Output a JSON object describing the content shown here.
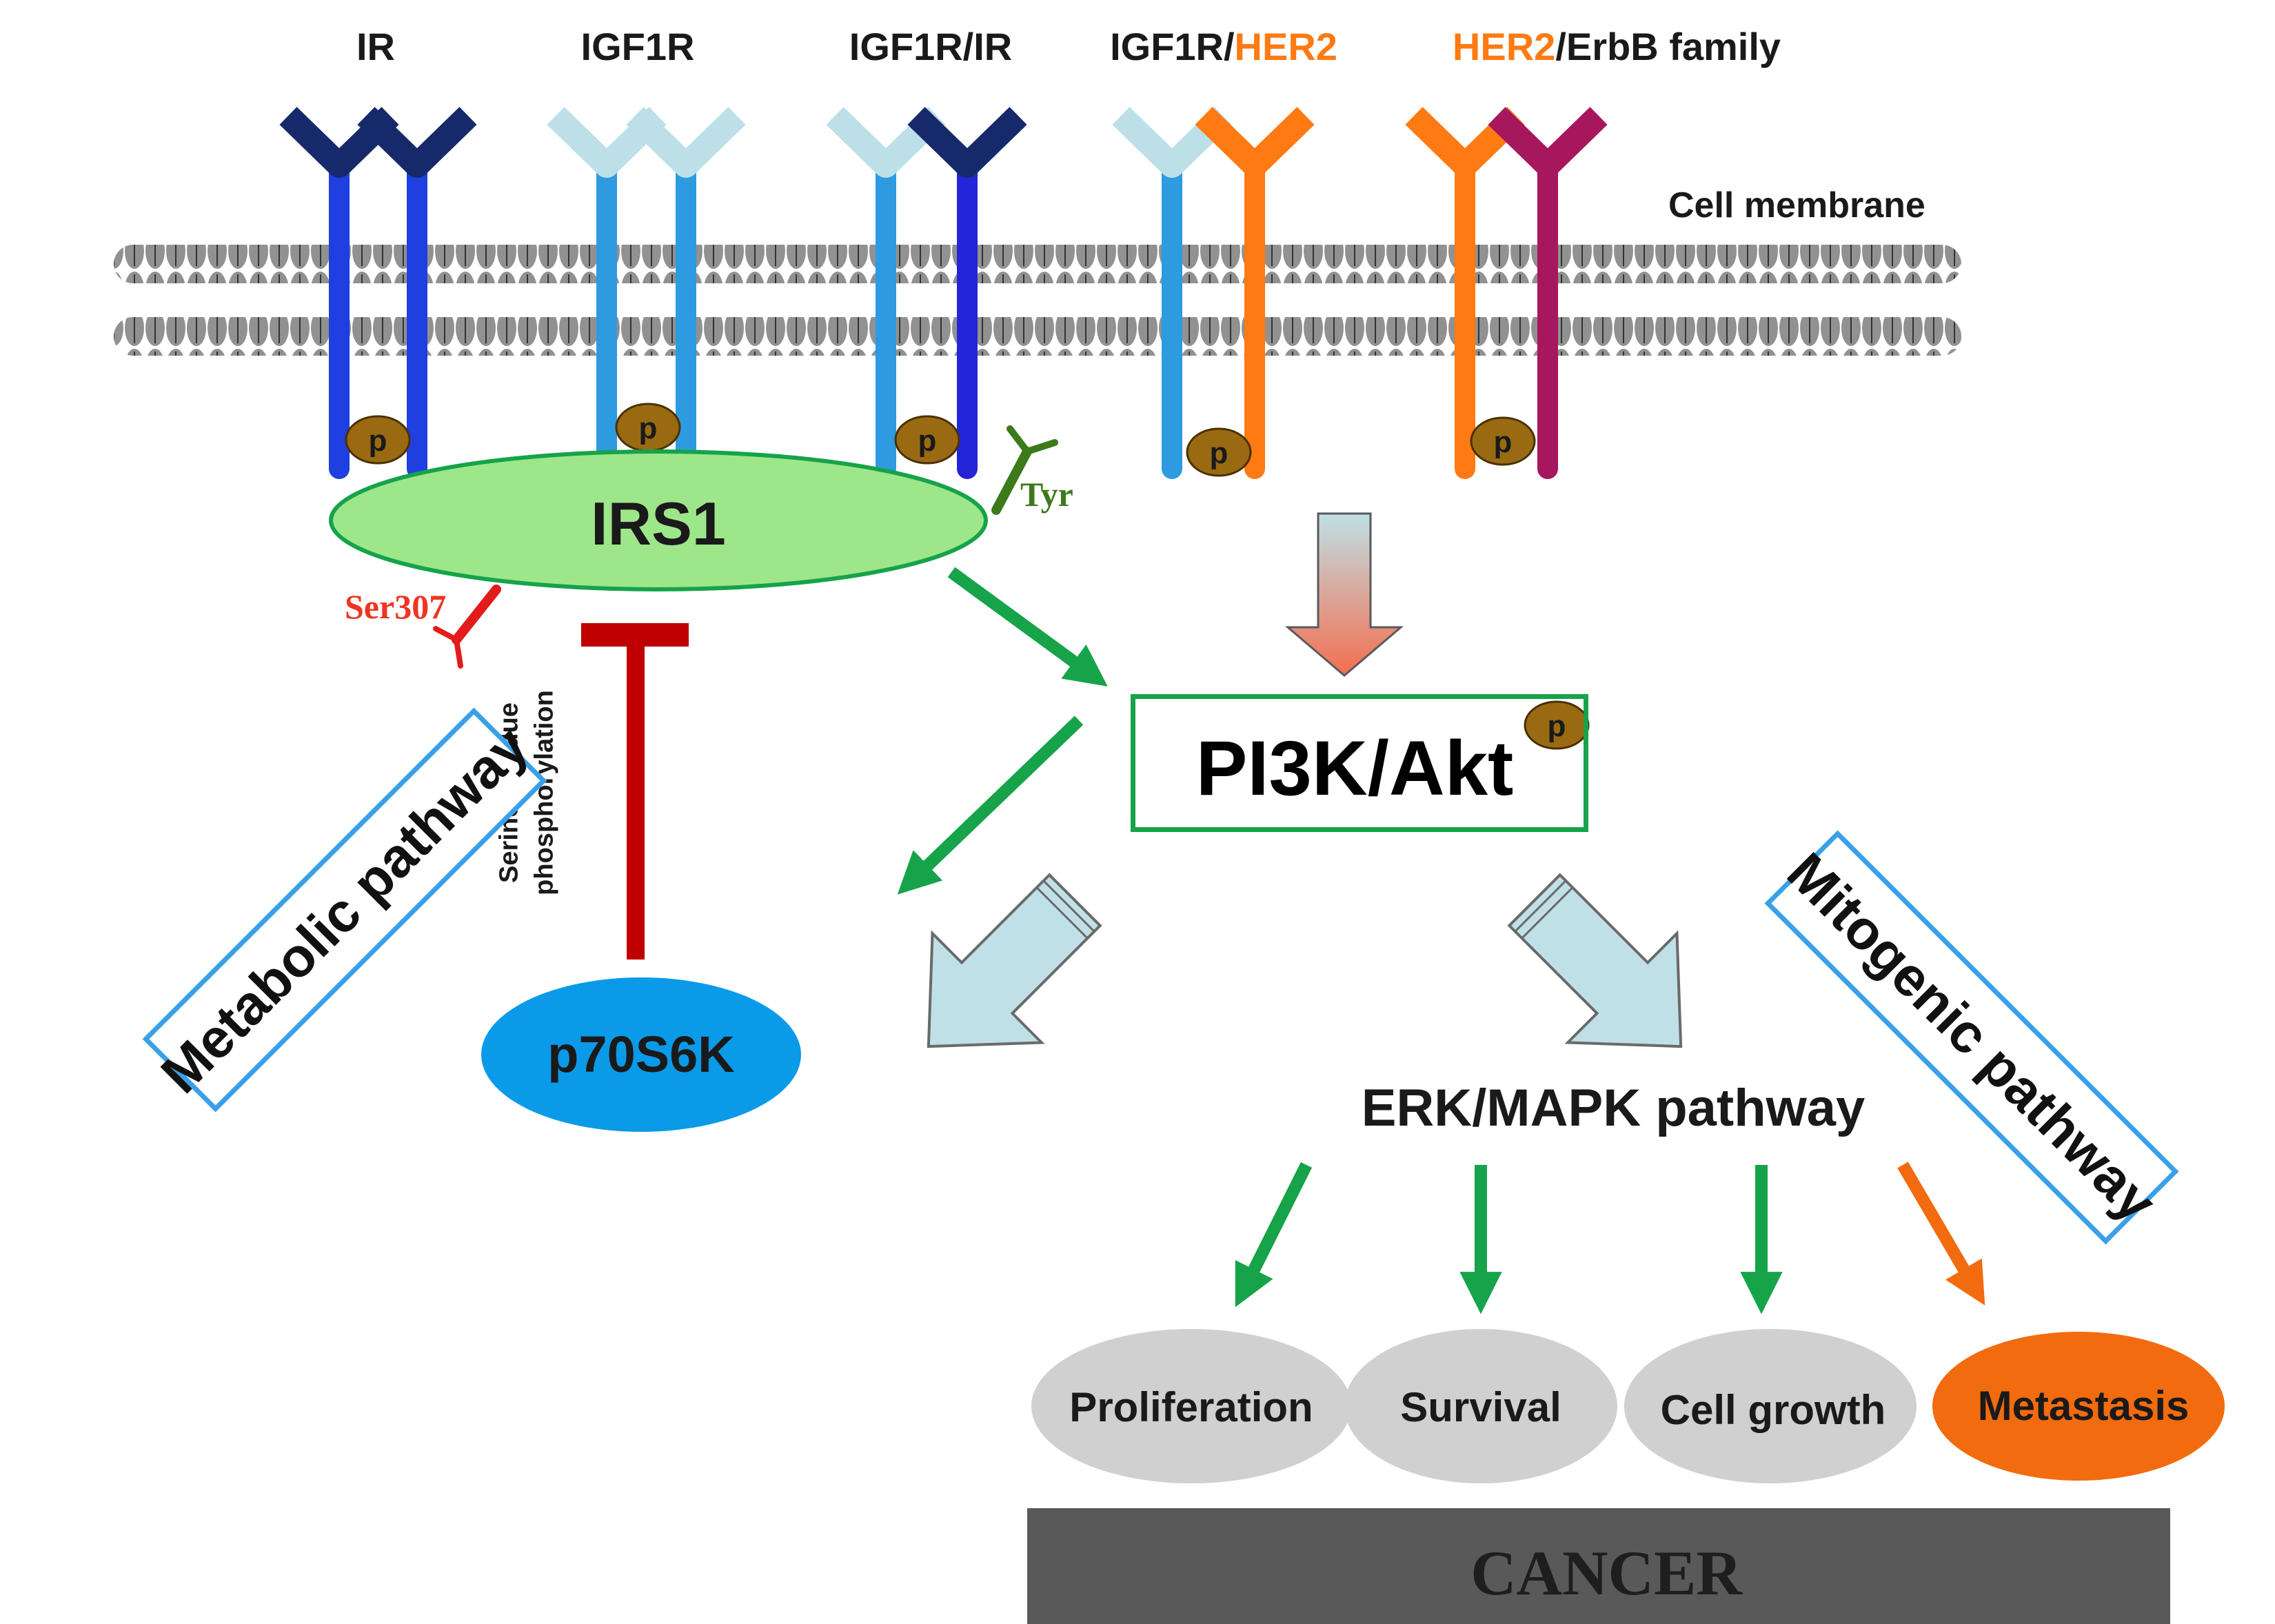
{
  "receptors": [
    {
      "id": "ir",
      "left": "IR",
      "right": ""
    },
    {
      "id": "igf1r",
      "left": "IGF1R",
      "right": ""
    },
    {
      "id": "igf1r-ir",
      "left": "IGF1R/IR",
      "right": ""
    },
    {
      "id": "igf1r-her2",
      "left": "IGF1R/",
      "right": "HER2"
    },
    {
      "id": "her2-erbb",
      "left": "HER2",
      "right": "/ErbB family"
    }
  ],
  "membrane_label": "Cell membrane",
  "irs1": "IRS1",
  "tyr": "Tyr",
  "ser307": "Ser307",
  "serine_label": "Serine residue phosphorylation",
  "p70s6k": "p70S6K",
  "pi3k_akt": "PI3K/Akt",
  "phospho_mark": "p",
  "erk_mapk": "ERK/MAPK pathway",
  "outcomes": [
    "Proliferation",
    "Survival",
    "Cell growth",
    "Metastasis"
  ],
  "cancer": "CANCER",
  "metabolic_pathway": "Metabolic pathway",
  "mitogenic_pathway": "Mitogenic pathway",
  "colors": {
    "ir_dark_blue": "#16296b",
    "ir_blue": "#1f3fe0",
    "igf1r_light_blue": "#bde0e8",
    "igf1r_blue": "#2e9ae0",
    "her2_orange": "#ff7a12",
    "erbb_magenta": "#a6175e",
    "irs1_green": "#9ee68a",
    "arrow_green": "#16a34a",
    "inhibit_red": "#c00000",
    "p70_blue": "#0a9ae8",
    "outcome_grey": "#d0d0d0",
    "metastasis_orange": "#f26b0f"
  }
}
